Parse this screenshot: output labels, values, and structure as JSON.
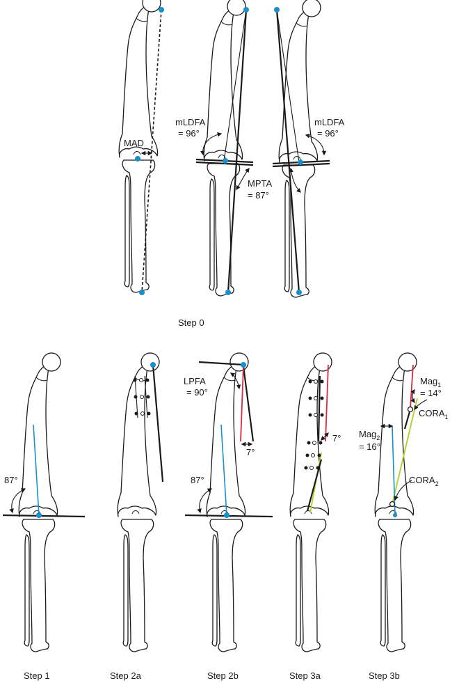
{
  "colors": {
    "bone_outline": "#1a1a1a",
    "joint_point": "#1a8fc9",
    "mechanical_axis_blue": "#1a8fc9",
    "proximal_axis_red": "#e0263a",
    "distal_axis_green": "#b9d233"
  },
  "step0": {
    "caption": "Step 0",
    "mad": "MAD",
    "mldfa_left": [
      "mLDFA",
      "= 96°"
    ],
    "mldfa_right": [
      "mLDFA",
      "= 96°"
    ],
    "mpta": [
      "MPTA",
      "= 87°"
    ]
  },
  "step1": {
    "caption": "Step 1",
    "angle": "87°"
  },
  "step2a": {
    "caption": "Step 2a"
  },
  "step2b": {
    "caption": "Step 2b",
    "lpfa": [
      "LPFA",
      "= 90°"
    ],
    "angle_distal": "87°",
    "angle_offset": "7°"
  },
  "step3a": {
    "caption": "Step 3a",
    "angle": "7°"
  },
  "step3b": {
    "caption": "Step 3b",
    "mag1": {
      "name": "Mag",
      "sub": "1",
      "value": "= 14°"
    },
    "cora1": {
      "name": "CORA",
      "sub": "1"
    },
    "mag2": {
      "name": "Mag",
      "sub": "2",
      "value": "= 16°"
    },
    "cora2": {
      "name": "CORA",
      "sub": "2"
    }
  }
}
